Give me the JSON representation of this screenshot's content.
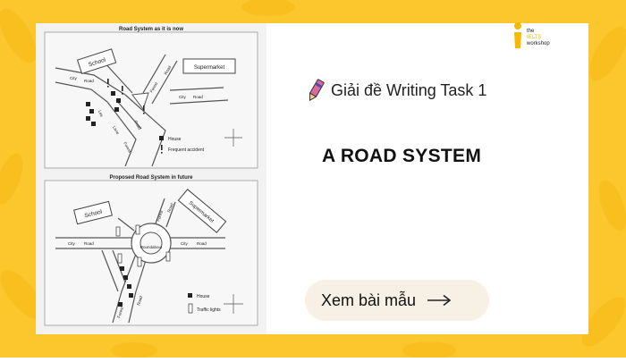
{
  "colors": {
    "background": "#fbc72c",
    "accent": "#f6b800",
    "button_bg": "#f6f1e4"
  },
  "logo": {
    "line1": "the",
    "line2": "IELTS",
    "line3": "workshop",
    "icon": "lightbulb-i-icon"
  },
  "subtitle": {
    "text": "Giải đề Writing Task 1",
    "icon": "pen-icon"
  },
  "title": "A ROAD SYSTEM",
  "cta": {
    "label": "Xem bài mẫu",
    "icon": "arrow-right-icon"
  },
  "map_now": {
    "title": "Road System as it is now",
    "labels": {
      "school": "School",
      "supermarket": "Supermarket",
      "city1": "City",
      "road1": "Road",
      "city2": "City",
      "road2": "Road",
      "lee": "Lee",
      "lane": "Lane",
      "forest1": "Forest",
      "road3": "Road",
      "forest2": "Forest",
      "road4": "Road"
    },
    "legend": {
      "house": "House",
      "accident": "Frequent accident"
    }
  },
  "map_future": {
    "title": "Proposed Road System in future",
    "labels": {
      "school": "School",
      "supermarket": "Supermarket",
      "city1": "City",
      "road1": "Road",
      "city2": "City",
      "road2": "Road",
      "roundabout": "Roundabout",
      "forest1": "Forest",
      "road3": "Road",
      "forest2": "Forest",
      "road4": "Road"
    },
    "legend": {
      "house": "House",
      "traffic": "Traffic lights"
    }
  }
}
